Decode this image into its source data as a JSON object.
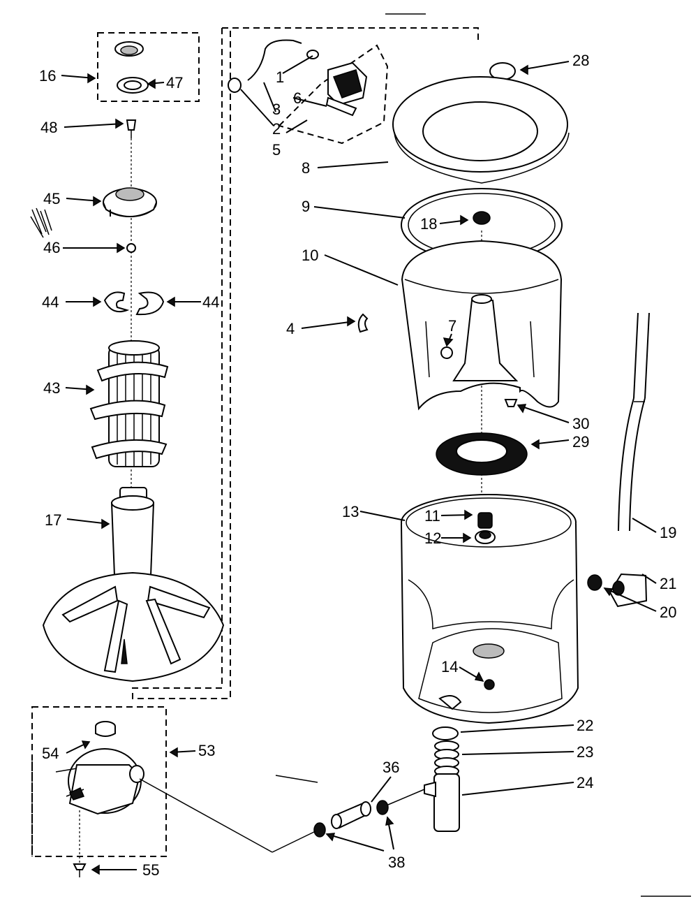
{
  "callouts": {
    "p16": "16",
    "p47": "47",
    "p48": "48",
    "p45": "45",
    "p46": "46",
    "p44a": "44",
    "p44b": "44",
    "p43": "43",
    "p17": "17",
    "p1": "1",
    "p2": "2",
    "p3": "3",
    "p5": "5",
    "p6": "6",
    "p28": "28",
    "p8": "8",
    "p9": "9",
    "p18": "18",
    "p10": "10",
    "p4": "4",
    "p7": "7",
    "p30": "30",
    "p29": "29",
    "p13": "13",
    "p11": "11",
    "p12": "12",
    "p19": "19",
    "p21": "21",
    "p20": "20",
    "p14": "14",
    "p22": "22",
    "p23": "23",
    "p24": "24",
    "p36": "36",
    "p38": "38",
    "p54": "54",
    "p53": "53",
    "p55": "55"
  }
}
